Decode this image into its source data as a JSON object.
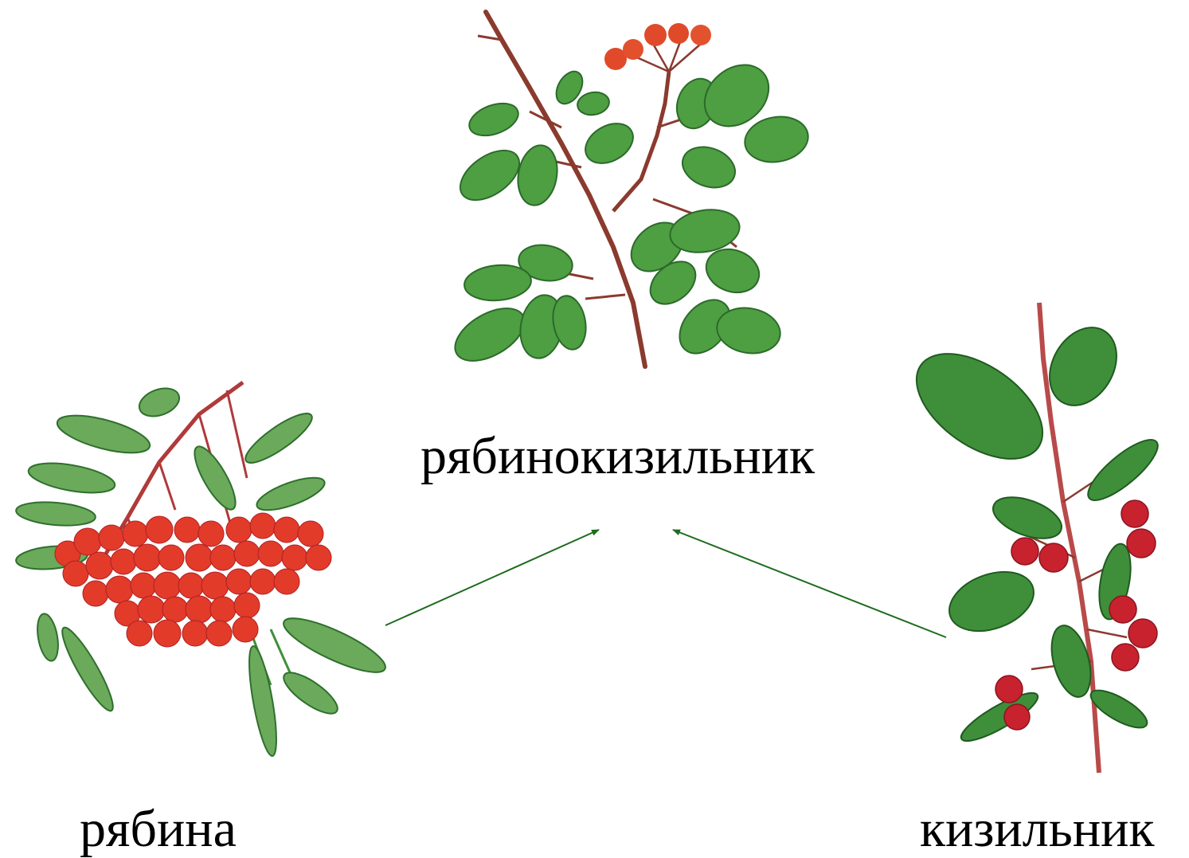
{
  "labels": {
    "hybrid": "рябинокизильник",
    "rowan": "рябина",
    "cotoneaster": "кизильник"
  },
  "colors": {
    "arrow": "#1e6b1e",
    "leaf": "#3f8f3a",
    "leaf_light": "#8cc46a",
    "leaf_dark": "#2b6a2a",
    "berry": "#e23b2a",
    "berry_dark": "#b01e22",
    "stem": "#8b3a2e"
  },
  "illustrations": {
    "hybrid": "hybrid-branch-illustration",
    "rowan": "rowan-branch-illustration",
    "cotoneaster": "cotoneaster-branch-illustration"
  }
}
